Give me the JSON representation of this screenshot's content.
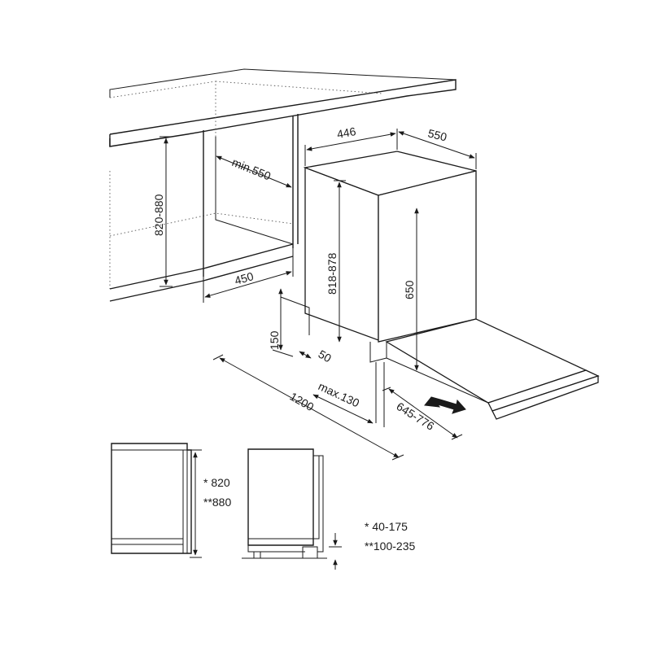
{
  "dimensions": {
    "cabinet_height": "820-880",
    "niche_depth": "min.550",
    "niche_width": "450",
    "appliance_width": "446",
    "appliance_depth": "550",
    "appliance_height": "818-878",
    "door_height": "650",
    "plinth_height": "150",
    "plinth_setback": "50",
    "door_clearance": "max.130",
    "open_depth": "1200",
    "door_travel": "645-776"
  },
  "side_view": {
    "height_label_1": "* 820",
    "height_label_2": "**880",
    "legend_1": "*  40-175",
    "legend_2": "**100-235"
  }
}
